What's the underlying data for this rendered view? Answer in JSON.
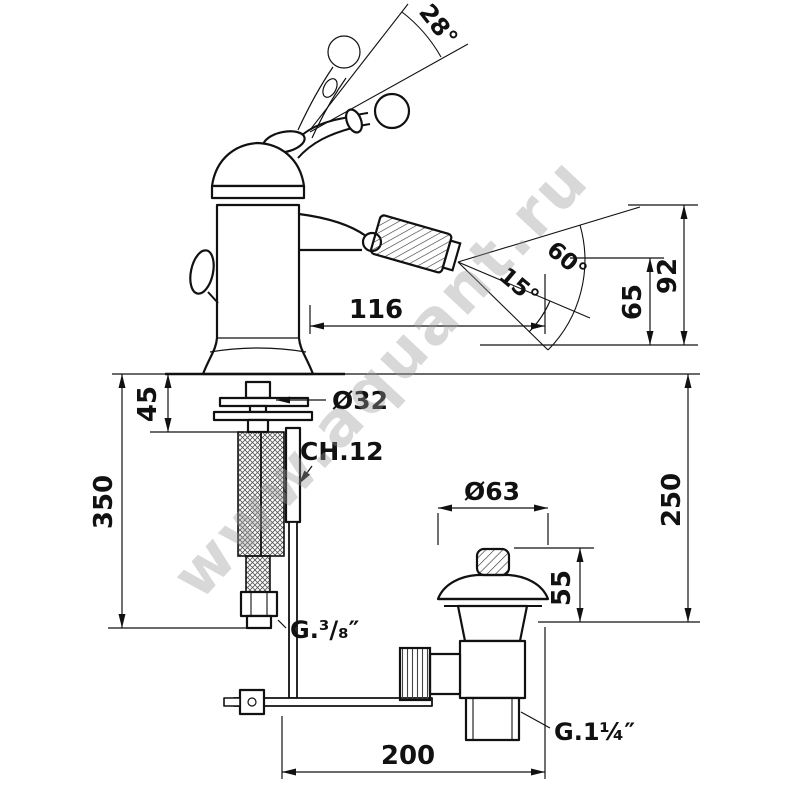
{
  "watermark": "www.aquant.ru",
  "labels": {
    "handle_angle": "28°",
    "jet_angle_inner": "15°",
    "jet_angle_outer": "60°",
    "spout_reach": "116",
    "outlet_height": "65",
    "spout_top_height": "92",
    "clamp_thickness": "45",
    "hose_length": "350",
    "under_deck_depth": "250",
    "shank_diameter": "Ø32",
    "wrench_size": "CH.12",
    "waste_flange_diameter": "Ø63",
    "waste_top_height": "55",
    "supply_thread": "G.³/₈″",
    "waste_thread": "G.1¼″",
    "waste_offset": "200"
  }
}
